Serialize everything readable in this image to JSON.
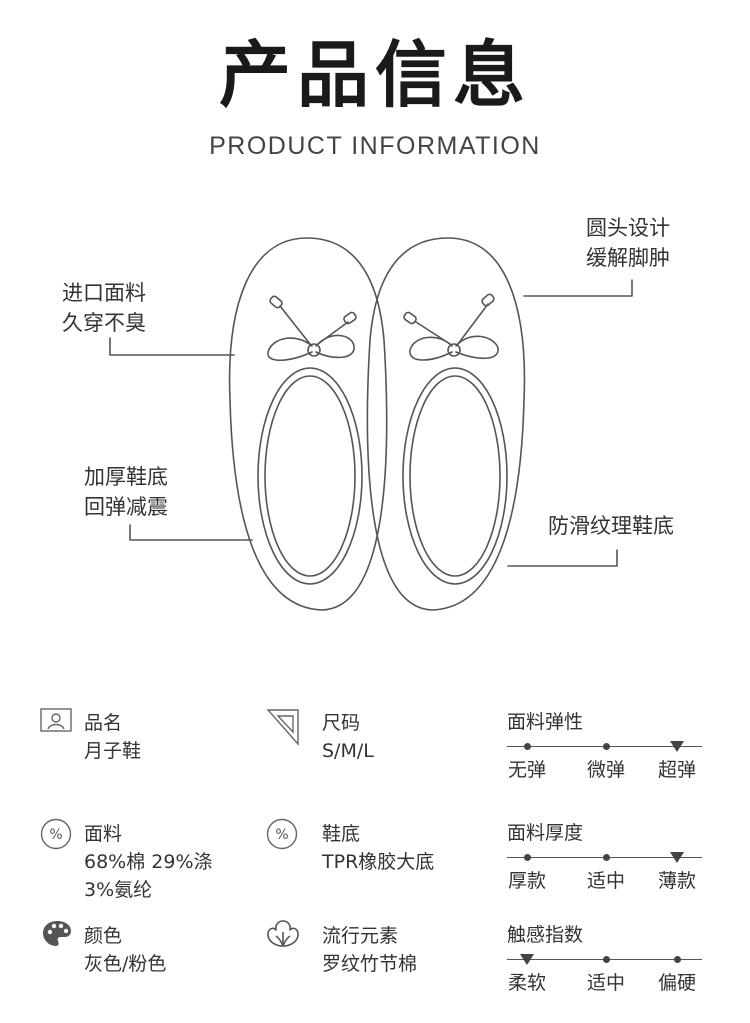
{
  "header": {
    "title": "产品信息",
    "subtitle": "PRODUCT INFORMATION"
  },
  "callouts": {
    "top_left": [
      "进口面料",
      "久穿不臭"
    ],
    "top_right": [
      "圆头设计",
      "缓解脚肿"
    ],
    "mid_left": [
      "加厚鞋底",
      "回弹减震"
    ],
    "mid_right": [
      "防滑纹理鞋底"
    ]
  },
  "specs": {
    "name": {
      "label": "品名",
      "value": "月子鞋",
      "icon": "id-card-icon"
    },
    "size": {
      "label": "尺码",
      "value": "S/M/L",
      "icon": "ruler-triangle-icon"
    },
    "fabric": {
      "label": "面料",
      "value_line1": "68%棉  29%涤",
      "value_line2": "3%氨纶",
      "icon": "percent-icon",
      "icon_text": "%"
    },
    "sole": {
      "label": "鞋底",
      "value": "TPR橡胶大底",
      "icon": "percent-icon",
      "icon_text": "%"
    },
    "color": {
      "label": "颜色",
      "value": "灰色/粉色",
      "icon": "palette-icon"
    },
    "element": {
      "label": "流行元素",
      "value": "罗纹竹节棉",
      "icon": "cotton-icon"
    }
  },
  "scales": [
    {
      "title": "面料弹性",
      "options": [
        "无弹",
        "微弹",
        "超弹"
      ],
      "selected": 2
    },
    {
      "title": "面料厚度",
      "options": [
        "厚款",
        "适中",
        "薄款"
      ],
      "selected": 2
    },
    {
      "title": "触感指数",
      "options": [
        "柔软",
        "适中",
        "偏硬"
      ],
      "selected": 0
    }
  ],
  "colors": {
    "text": "#333333",
    "title": "#1a1a1a",
    "line": "#555555"
  }
}
